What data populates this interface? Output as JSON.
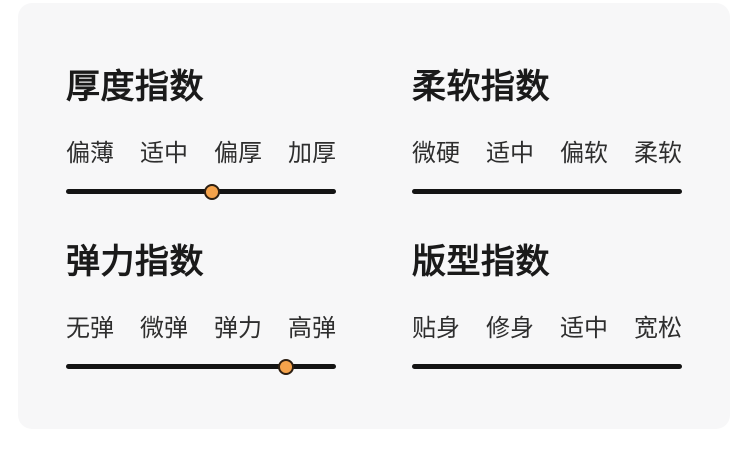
{
  "colors": {
    "page_bg": "#ffffff",
    "card_bg": "#f7f7f8",
    "title": "#1a1a1a",
    "label": "#2e2e2e",
    "track": "#141414",
    "dot_fill": "#f5a34b",
    "dot_border": "#2d1f12"
  },
  "panels": [
    {
      "title": "厚度指数",
      "options": [
        "偏薄",
        "适中",
        "偏厚",
        "加厚"
      ],
      "selected_index": 1,
      "selected_label": "适中"
    },
    {
      "title": "柔软指数",
      "options": [
        "微硬",
        "适中",
        "偏软",
        "柔软"
      ],
      "selected_index": 3,
      "selected_label": "柔软"
    },
    {
      "title": "弹力指数",
      "options": [
        "无弹",
        "微弹",
        "弹力",
        "高弹"
      ],
      "selected_index": 2,
      "selected_label": "弹力"
    },
    {
      "title": "版型指数",
      "options": [
        "贴身",
        "修身",
        "适中",
        "宽松"
      ],
      "selected_index": 2,
      "selected_label": "适中"
    }
  ]
}
